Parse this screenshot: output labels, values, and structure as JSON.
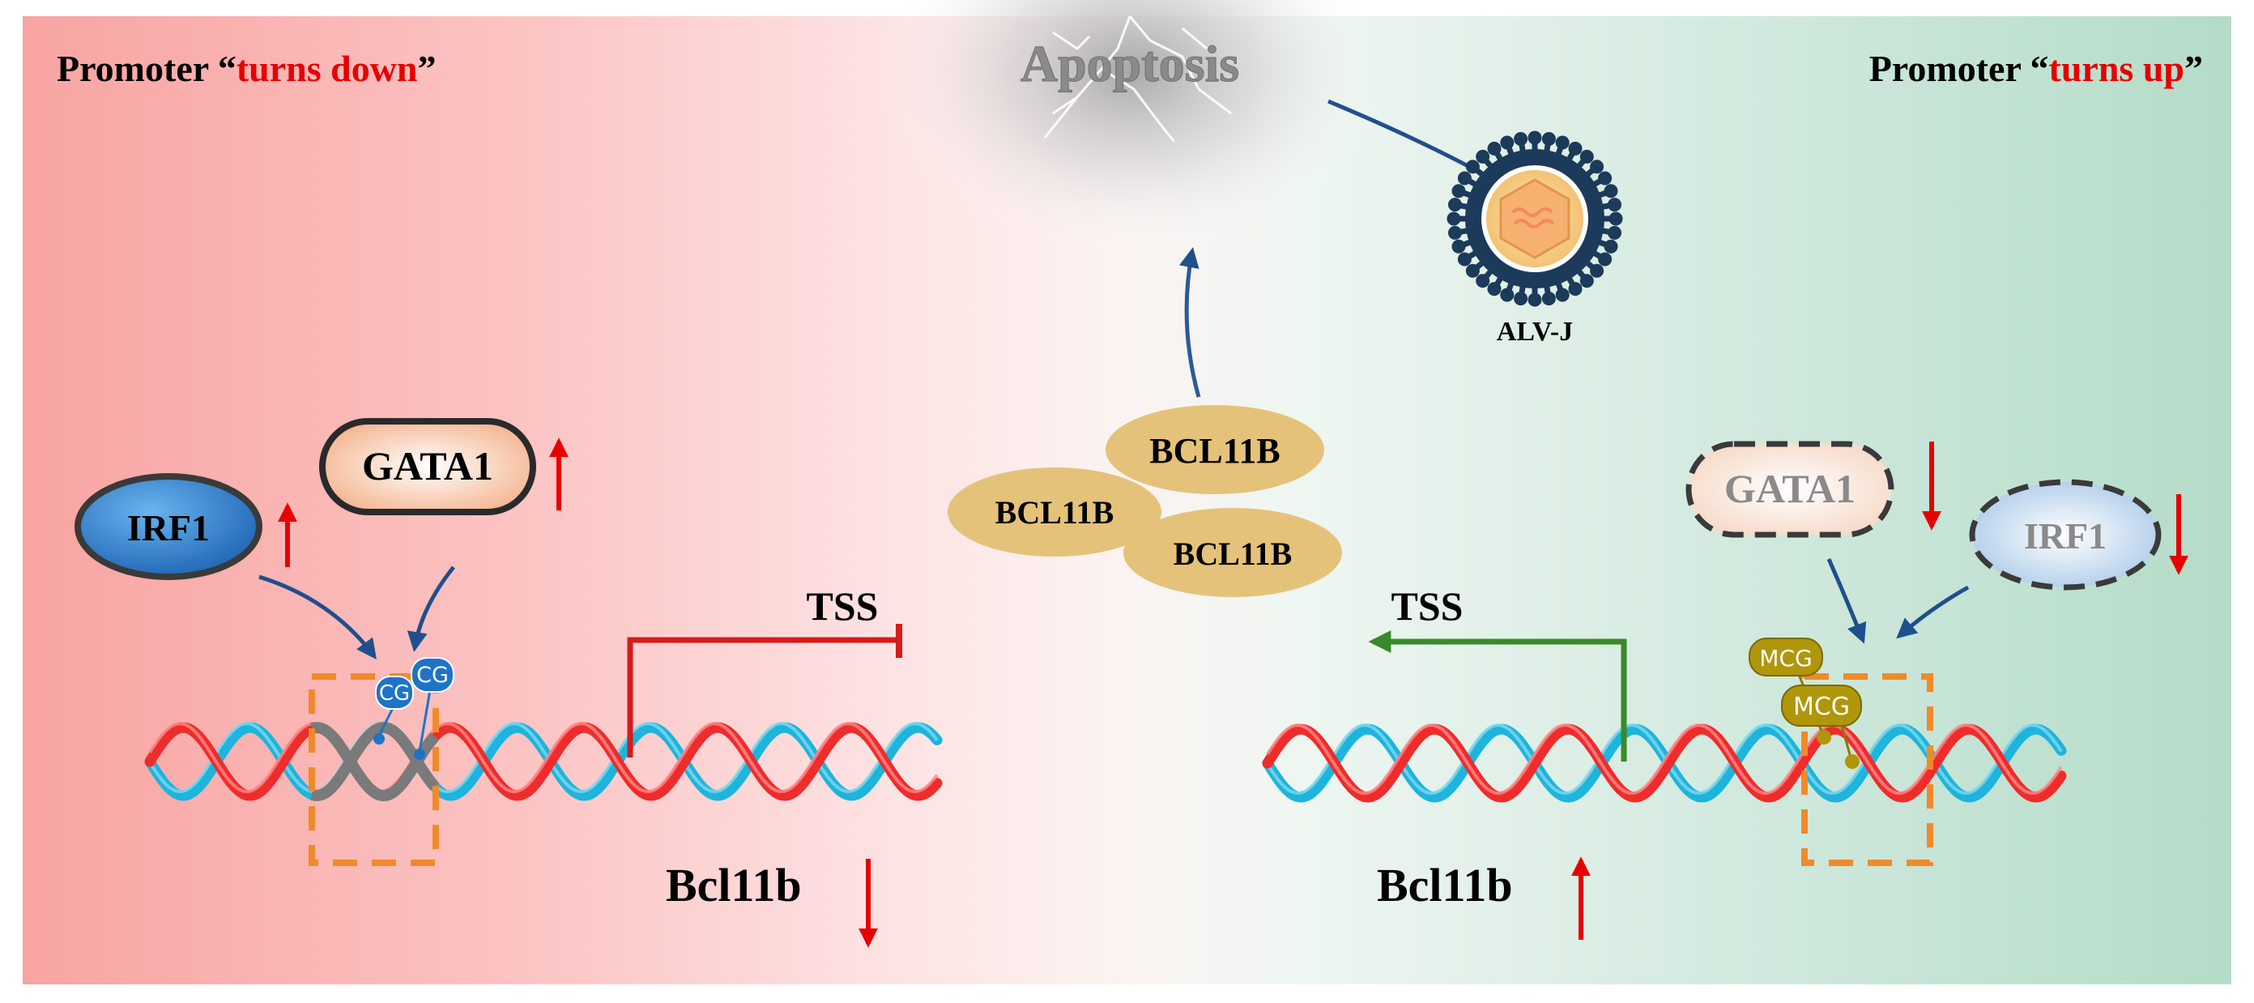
{
  "left_panel": {
    "title_prefix": "Promoter “",
    "title_highlight": "turns down",
    "title_suffix": "”",
    "irf1_label": "IRF1",
    "gata1_label": "GATA1",
    "cg_label_1": "CG",
    "cg_label_2": "CG",
    "tss_label": "TSS",
    "gene_label": "Bcl11b"
  },
  "right_panel": {
    "title_prefix": "Promoter “",
    "title_highlight": "turns up",
    "title_suffix": "”",
    "gata1_label": "GATA1",
    "irf1_label": "IRF1",
    "mcg_label_1": "MCG",
    "mcg_label_2": "MCG",
    "tss_label": "TSS",
    "gene_label": "Bcl11b"
  },
  "center": {
    "apoptosis_label": "Apoptosis",
    "virus_label": "ALV-J",
    "protein_labels": [
      "BCL11B",
      "BCL11B",
      "BCL11B"
    ]
  },
  "colors": {
    "left_background": "#f8a4a2",
    "right_background": "#b4dcc8",
    "highlight_red": "#e60000",
    "irf1_blue": "#2e7fc8",
    "gata1_peach": "#f4b896",
    "protein_tan": "#e5c27a",
    "dna_red": "#ee2c2c",
    "dna_cyan": "#1eb4dc",
    "tss_off_red": "#d41c1c",
    "tss_on_green": "#3a8a2a",
    "box_orange": "#f08a2a",
    "cg_blue": "#1e73c8",
    "mcg_olive": "#b0960a"
  }
}
